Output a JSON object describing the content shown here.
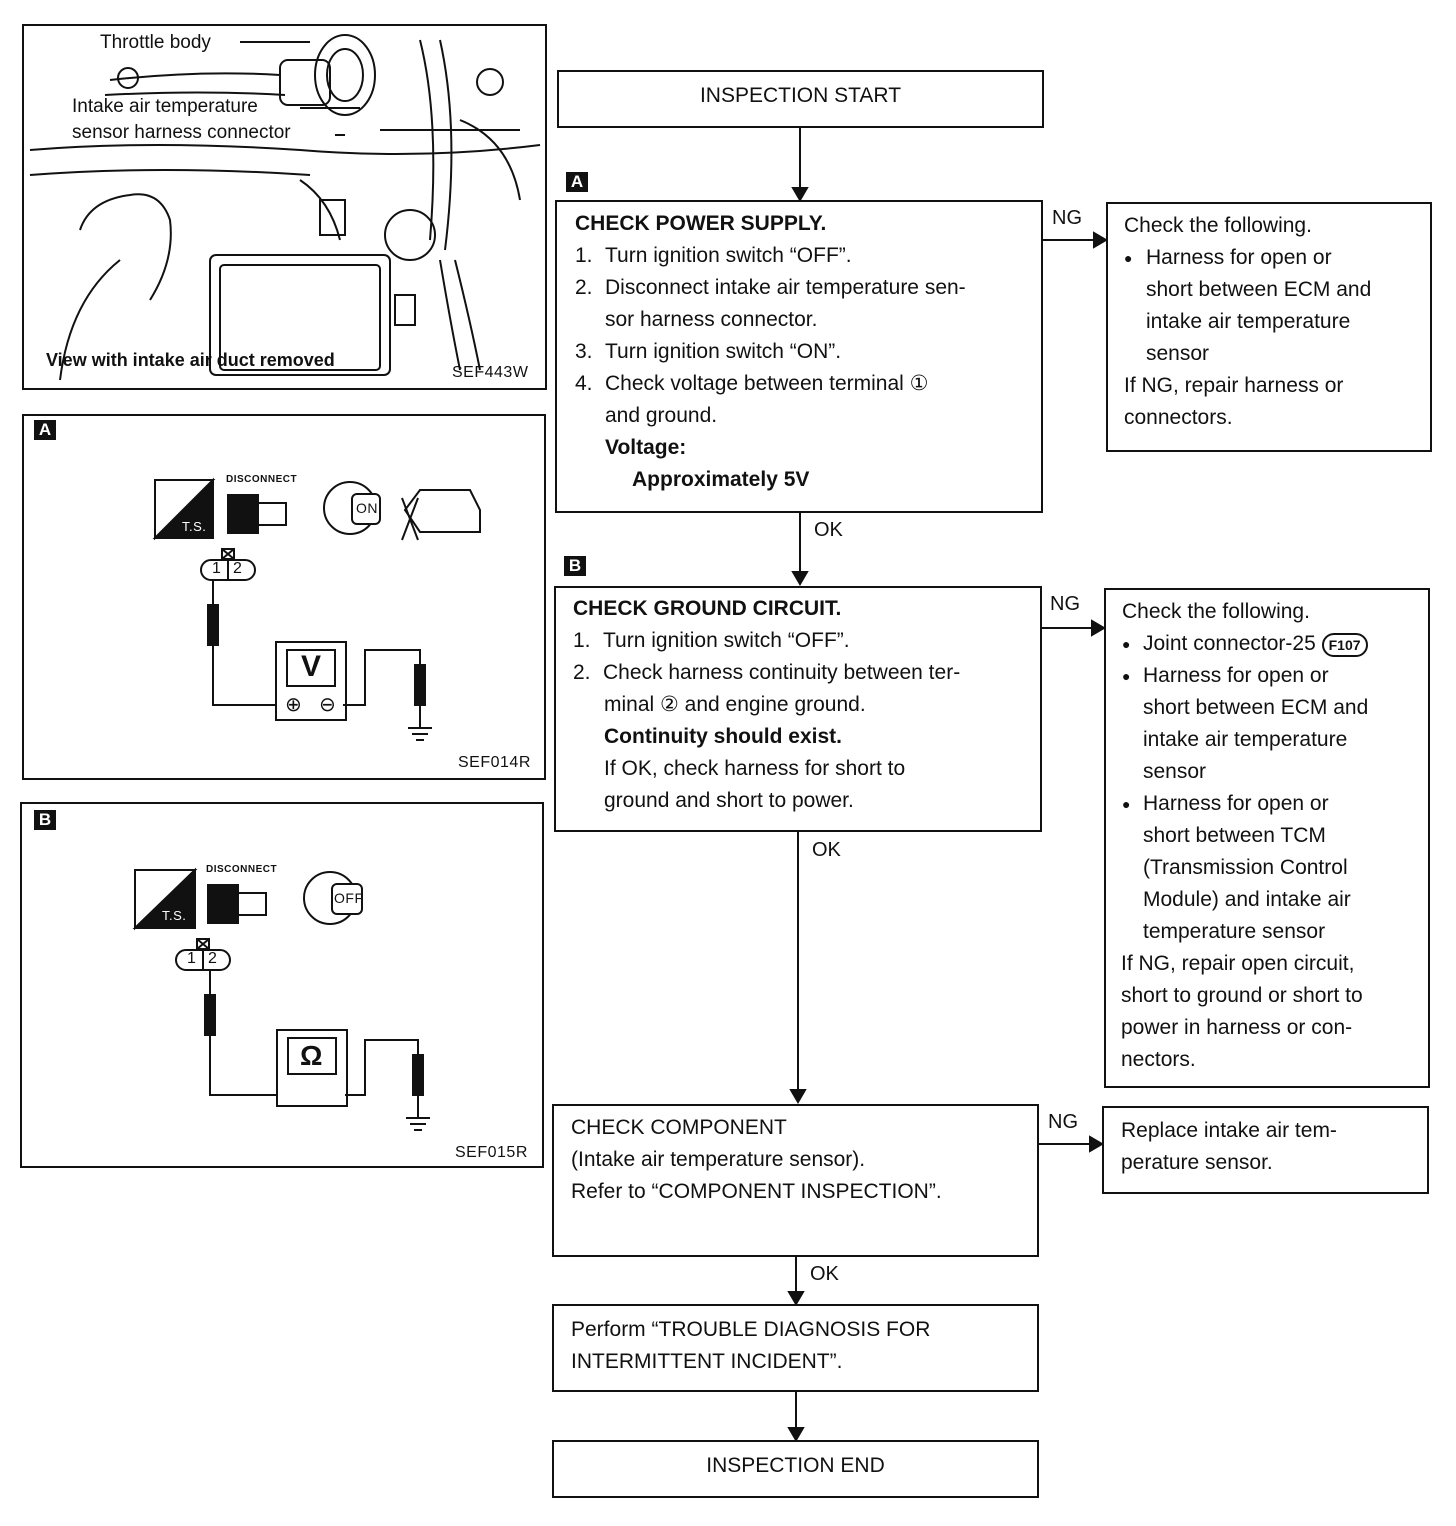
{
  "photo": {
    "label_throttle": "Throttle body",
    "label_sensor_1": "Intake air temperature",
    "label_sensor_2": "sensor harness connector",
    "caption": "View with intake air duct removed",
    "code": "SEF443W"
  },
  "panel_a": {
    "tag": "A",
    "code": "SEF014R",
    "meter": "V",
    "disconnect": "DISCONNECT",
    "ts": "T.S.",
    "key_state": "ON",
    "pins": [
      "1",
      "2"
    ],
    "plus": "⊕",
    "minus": "⊖"
  },
  "panel_b": {
    "tag": "B",
    "code": "SEF015R",
    "meter": "Ω",
    "disconnect": "DISCONNECT",
    "ts": "T.S.",
    "key_state": "OFF",
    "pins": [
      "1",
      "2"
    ]
  },
  "flow": {
    "start": "INSPECTION START",
    "step_a": {
      "tag": "A",
      "title": "CHECK POWER SUPPLY.",
      "items": [
        {
          "n": "1.",
          "lines": [
            "Turn ignition switch “OFF”."
          ]
        },
        {
          "n": "2.",
          "lines": [
            "Disconnect intake air temperature sen-",
            "sor harness connector."
          ]
        },
        {
          "n": "3.",
          "lines": [
            "Turn ignition switch “ON”."
          ]
        },
        {
          "n": "4.",
          "lines": [
            "Check voltage between terminal ①",
            "and ground."
          ]
        }
      ],
      "voltage_label": "Voltage:",
      "voltage_value": "Approximately 5V"
    },
    "ng_a": {
      "title": "Check the following.",
      "bullet_lines": [
        "Harness for open or",
        "short between ECM and",
        "intake air temperature",
        "sensor"
      ],
      "footer": [
        "If NG, repair harness or",
        "connectors."
      ]
    },
    "step_b": {
      "tag": "B",
      "title": "CHECK GROUND CIRCUIT.",
      "items": [
        {
          "n": "1.",
          "lines": [
            "Turn ignition switch “OFF”."
          ]
        },
        {
          "n": "2.",
          "lines": [
            "Check harness continuity between ter-",
            "minal ②  and engine ground."
          ]
        }
      ],
      "continuity": "Continuity should exist.",
      "note": [
        "If OK, check harness for short to",
        "ground and short to power."
      ]
    },
    "ng_b": {
      "title": "Check the following.",
      "bullet1": "Joint connector-25",
      "bullet1_code": "F107",
      "bullet2": [
        "Harness for open or",
        "short between ECM and",
        "intake air temperature",
        "sensor"
      ],
      "bullet3": [
        "Harness for open or",
        "short between TCM",
        "(Transmission Control",
        "Module) and intake air",
        "temperature sensor"
      ],
      "footer": [
        "If NG, repair open circuit,",
        "short to ground or short to",
        "power in harness or con-",
        "nectors."
      ]
    },
    "step_c": {
      "lines": [
        "CHECK COMPONENT",
        "(Intake air temperature sensor).",
        "Refer to “COMPONENT INSPECTION”."
      ]
    },
    "ng_c": {
      "lines": [
        "Replace intake air tem-",
        "perature sensor."
      ]
    },
    "step_d": {
      "lines": [
        "Perform “TROUBLE DIAGNOSIS FOR",
        "INTERMITTENT INCIDENT”."
      ]
    },
    "end": "INSPECTION END",
    "ng": "NG",
    "ok": "OK",
    "bullet": "●"
  }
}
